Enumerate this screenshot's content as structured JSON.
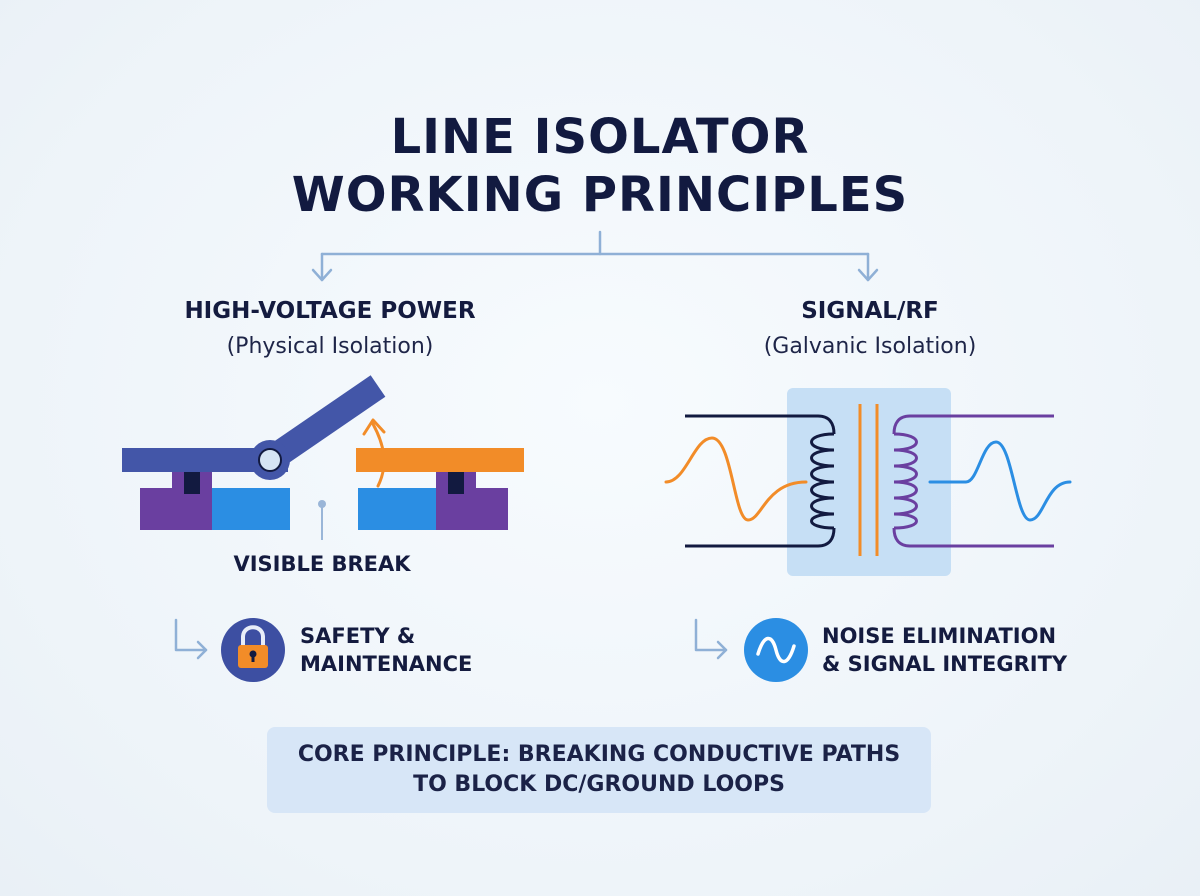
{
  "title": {
    "line1": "LINE ISOLATOR",
    "line2": "WORKING PRINCIPLES"
  },
  "left": {
    "heading": "HIGH-VOLTAGE POWER",
    "subheading": "(Physical Isolation)",
    "break_label": "VISIBLE BREAK",
    "benefit": {
      "line1": "SAFETY &",
      "line2": "MAINTENANCE",
      "icon": "padlock-icon"
    }
  },
  "right": {
    "heading": "SIGNAL/RF",
    "subheading": "(Galvanic Isolation)",
    "benefit": {
      "line1": "NOISE ELIMINATION",
      "line2": "& SIGNAL INTEGRITY",
      "icon": "sine-wave-icon"
    }
  },
  "core": {
    "line1": "CORE PRINCIPLE: BREAKING CONDUCTIVE PATHS",
    "line2": "TO BLOCK DC/GROUND LOOPS"
  },
  "colors": {
    "navy": "#121a40",
    "blade": "#4356a8",
    "orange": "#f28c28",
    "purple": "#6a3fa0",
    "blue": "#2b8ee3",
    "connector": "#8fb0d6",
    "core_box": "#d7e6f7"
  }
}
